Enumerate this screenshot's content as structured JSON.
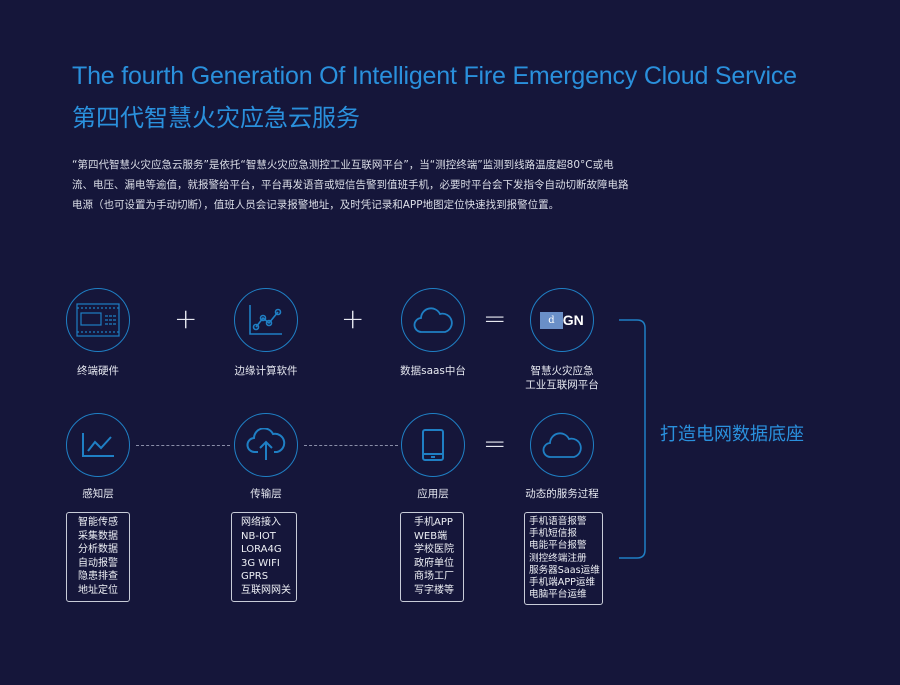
{
  "title_en": "The fourth Generation Of Intelligent Fire Emergency Cloud Service",
  "title_cn": "第四代智慧火灾应急云服务",
  "description": "“第四代智慧火灾应急云服务”是依托“智慧火灾应急测控工业互联网平台”，当“测控终端”监测到线路温度超80°C或电流、电压、漏电等逾值，就报警给平台，平台再发语音或短信告警到值班手机，必要时平台会下发指令自动切断故障电路电源（也可设置为手动切断），值班人员会记录报警地址，及时凭记录和APP地图定位快速找到报警位置。",
  "row1": {
    "items": [
      "终端硬件",
      "边缘计算软件",
      "数据saas中台",
      "智慧火灾应急\n工业互联网平台"
    ],
    "plus": "+",
    "equals": "=",
    "logo_text": "GN",
    "logo_letter": "d"
  },
  "row2": {
    "items": [
      "感知层",
      "传输层",
      "应用层",
      "动态的服务过程"
    ],
    "equals": "="
  },
  "boxes": [
    [
      "智能传感",
      "采集数据",
      "分析数据",
      "自动报警",
      "隐患排查",
      "地址定位"
    ],
    [
      "网络接入",
      "NB-IOT",
      "LORA4G",
      "3G WIFI",
      "GPRS",
      "互联网网关"
    ],
    [
      "手机APP",
      "WEB端",
      "学校医院",
      "政府单位",
      "商场工厂",
      "写字楼等"
    ],
    [
      "手机语音报警",
      "手机短信报",
      "电能平台报警",
      "测控终端注册",
      "服务器Saas运维",
      "手机端APP运维",
      "电脑平台运维"
    ]
  ],
  "slogan": "打造电网数据底座",
  "colors": {
    "accent": "#2a90dc",
    "background": "#15163a"
  }
}
